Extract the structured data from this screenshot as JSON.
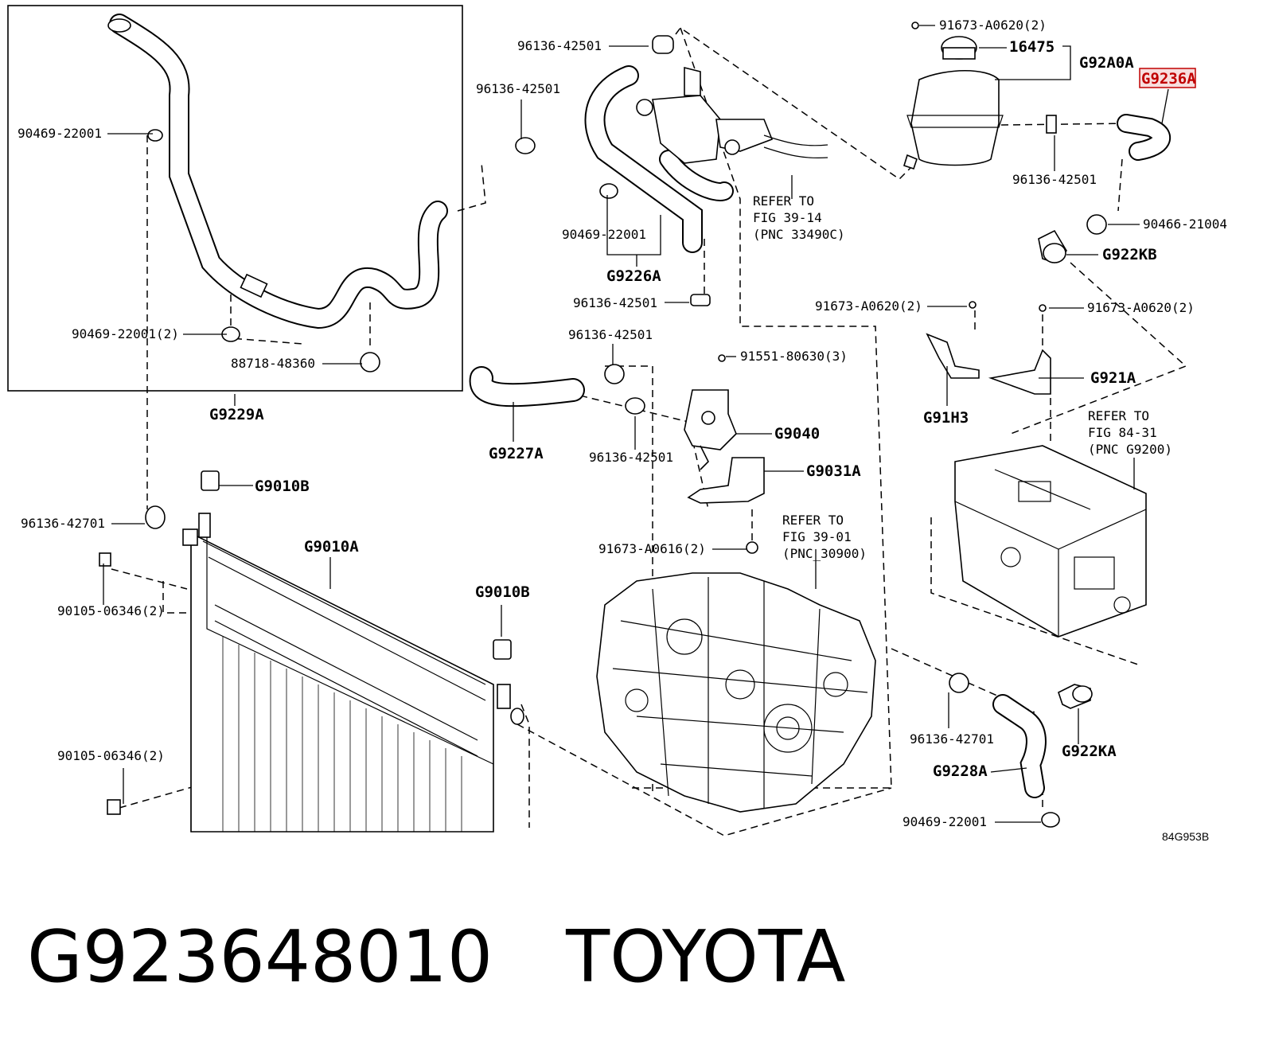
{
  "labels": {
    "p90469_22001_a": "90469-22001",
    "p90469_22001_2": "90469-22001(2)",
    "p88718_48360": "88718-48360",
    "pG9229A": "G9229A",
    "p96136_42501_a": "96136-42501",
    "p96136_42501_b": "96136-42501",
    "p90469_22001_b": "90469-22001",
    "pG9226A": "G9226A",
    "p96136_42501_c": "96136-42501",
    "p96136_42501_d": "96136-42501",
    "pG9227A": "G9227A",
    "p96136_42501_e": "96136-42501",
    "p91551_80630_3": "91551-80630(3)",
    "pG9040": "G9040",
    "pG9031A": "G9031A",
    "p91673_A0616_2": "91673-A0616(2)",
    "pG9010B_a": "G9010B",
    "pG9010A": "G9010A",
    "pG9010B_b": "G9010B",
    "p96136_42701_a": "96136-42701",
    "p90105_06346_2a": "90105-06346(2)",
    "p90105_06346_2b": "90105-06346(2)",
    "p91673_A0620_2a": "91673-A0620(2)",
    "p16475": "16475",
    "pG92A0A": "G92A0A",
    "pG9236A": "G9236A",
    "p96136_42501_f": "96136-42501",
    "p90466_21004": "90466-21004",
    "pG922KB": "G922KB",
    "p91673_A0620_2b": "91673-A0620(2)",
    "p91673_A0620_2c": "91673-A0620(2)",
    "pG921A": "G921A",
    "pG91H3": "G91H3",
    "p96136_42701_b": "96136-42701",
    "pG922KA": "G922KA",
    "pG9228A": "G9228A",
    "p90469_22001_c": "90469-22001",
    "diagram_id": "84G953B"
  },
  "references": {
    "ref_39_14": [
      "REFER TO",
      "FIG 39-14",
      "(PNC 33490C)"
    ],
    "ref_39_01": [
      "REFER TO",
      "FIG 39-01",
      "(PNC_30900)"
    ],
    "ref_84_31": [
      "REFER TO",
      "FIG 84-31",
      "(PNC G9200)"
    ]
  },
  "highlighted_part": "G9236A",
  "highlight_color": "#c00000",
  "footer": {
    "part_number": "G923648010",
    "brand": "TOYOTA"
  }
}
